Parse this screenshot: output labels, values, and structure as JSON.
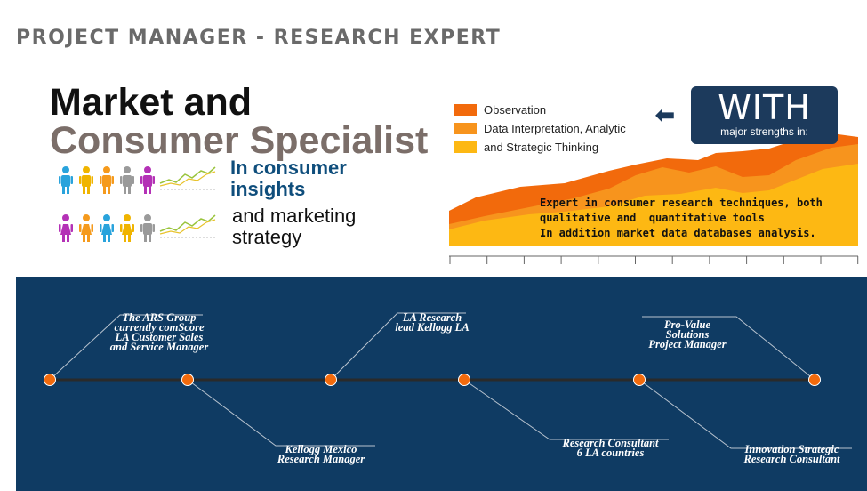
{
  "header": {
    "title": "PROJECT MANAGER - RESEARCH EXPERT"
  },
  "headline": {
    "line1": "Market and",
    "line2": "Consumer Specialist"
  },
  "subtitles": {
    "insights_line1": "In consumer",
    "insights_line2": "insights",
    "marketing_line1": "and marketing",
    "marketing_line2": "strategy"
  },
  "people_rows": [
    [
      "#29a3dc",
      "#f0b400",
      "#f59a1c",
      "#9a9a9a",
      "#b431b6"
    ],
    [
      "#b431b6",
      "#f59a1c",
      "#29a3dc",
      "#f0b400",
      "#9a9a9a"
    ]
  ],
  "legend": [
    {
      "label": "Observation",
      "color": "#f26a0c"
    },
    {
      "label": "Data Interpretation, Analytic",
      "color": "#f7941d"
    },
    {
      "label": "and Strategic Thinking",
      "color": "#fdb813"
    }
  ],
  "with_box": {
    "title": "WITH",
    "subtitle": "major strengths in:",
    "arrow_icon": "left-arrow-icon",
    "color": "#1c3a5c"
  },
  "expertise": {
    "line1": "Expert in consumer research techniques, both",
    "line2": "qualitative and  quantitative tools",
    "line3": "In addition market data databases analysis."
  },
  "timeline": {
    "background": "#0f3b63",
    "node_color": "#f26a0c",
    "entries": [
      {
        "line1": "The ARS Group",
        "line2": "currently comScore",
        "line3": "LA Customer Sales",
        "line4": "and Service Manager"
      },
      {
        "line1": "Kellogg Mexico",
        "line2": "Research Manager"
      },
      {
        "line1": "LA Research",
        "line2": "lead Kellogg LA"
      },
      {
        "line1": "Research Consultant",
        "line2": "6 LA countries"
      },
      {
        "line1": "Pro-Value",
        "line2": "Solutions",
        "line3": "Project Manager"
      },
      {
        "line1": "Innovation Strategic",
        "line2": "Research Consultant"
      }
    ]
  }
}
